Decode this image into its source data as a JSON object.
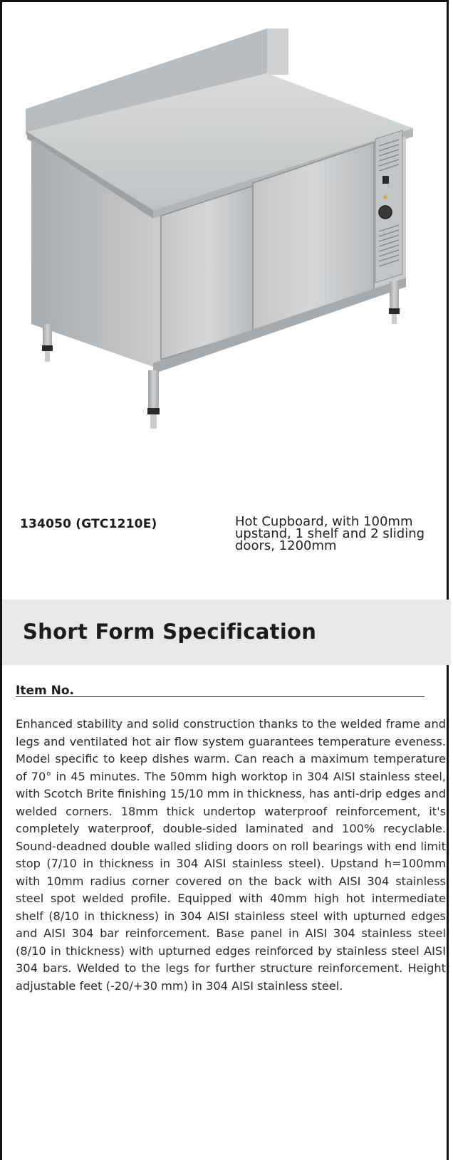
{
  "product": {
    "image_name": "hot-cupboard-icon",
    "sku": "134050 (GTC1210E)",
    "description": "Hot Cupboard, with 100mm upstand, 1 shelf and 2 sliding doors, 1200mm"
  },
  "spec": {
    "title": "Short Form Specification",
    "item_label": "Item No.",
    "body": "Enhanced stability and solid construction thanks to the welded frame and legs and ventilated hot air flow system guarantees temperature eveness. Model specific to keep dishes warm. Can reach a maximum temperature of 70° in 45 minutes. The 50mm high worktop in 304 AISI stainless steel, with Scotch Brite finishing 15/10 mm in thickness, has anti-drip edges and welded corners. 18mm thick undertop waterproof reinforcement, it's completely waterproof, double-sided laminated and 100% recyclable. Sound-deadned double walled sliding doors on roll bearings with end limit stop (7/10 in thickness in 304 AISI stainless steel). Upstand h=100mm with 10mm radius corner covered on the back with AISI 304 stainless steel spot welded profile.  Equipped with 40mm high hot intermediate shelf (8/10 in thickness) in 304 AISI stainless steel with upturned edges and AISI 304 bar reinforcement.  Base panel in AISI 304 stainless steel (8/10 in thickness) with upturned edges reinforced by stainless steel AISI 304 bars. Welded to the legs for further structure reinforcement. Height adjustable feet (-20/+30 mm) in 304 AISI stainless steel."
  }
}
